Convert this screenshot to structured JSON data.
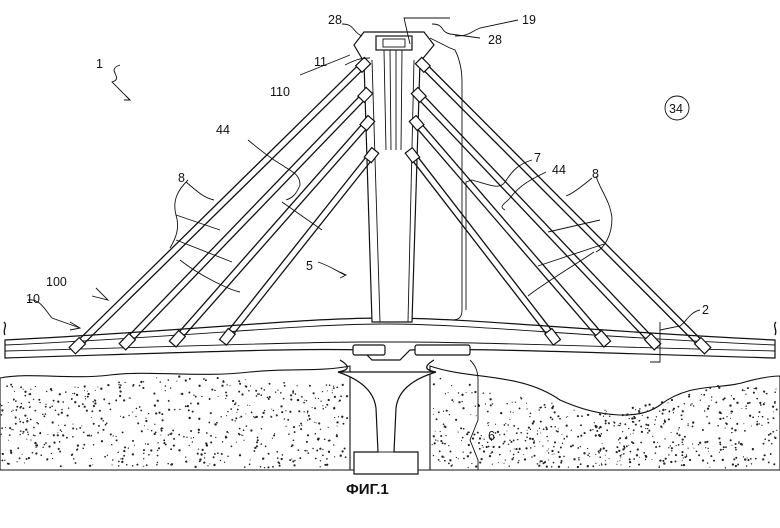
{
  "figure": {
    "caption": "ФИГ.1",
    "labels": {
      "bridge": "1",
      "pylon": "5",
      "pier": "6",
      "deck": "2",
      "cable_group_stays": "7",
      "stays_left": "8",
      "stays_right": "8",
      "deck_edge": "10",
      "deck_anchor": "100",
      "top_anchor": "11",
      "top_anchor_sub": "110",
      "pylon_head_left": "28",
      "pylon_head_right": "28",
      "saddle": "19",
      "sheath_left": "44",
      "sheath_right": "44",
      "circled_ref": "34"
    }
  }
}
